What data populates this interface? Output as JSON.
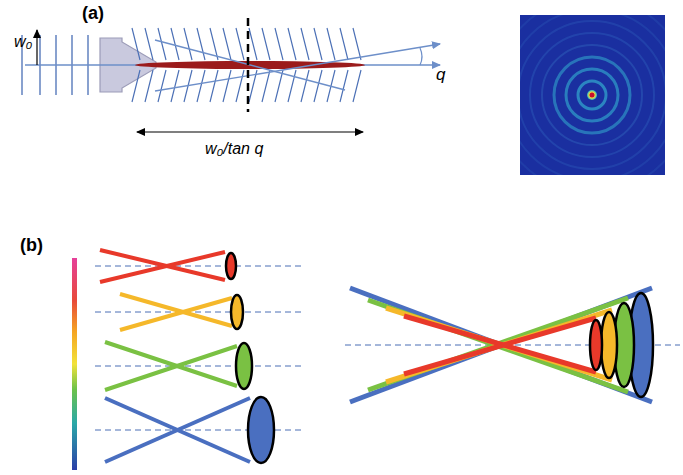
{
  "diagram": {
    "labels": [
      "(a)",
      "w₀",
      "q",
      "w₀/tan q",
      "(b)"
    ]
  }
}
